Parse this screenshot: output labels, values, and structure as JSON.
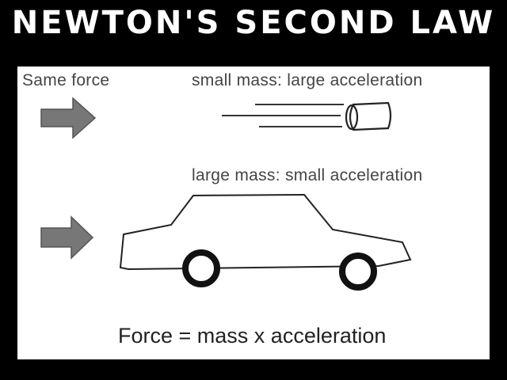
{
  "title": "NEWTON'S SECOND LAW",
  "labels": {
    "same_force": "Same force",
    "small_mass": "small mass: large acceleration",
    "large_mass": "large mass: small acceleration",
    "formula": "Force = mass x acceleration"
  },
  "colors": {
    "background": "#000000",
    "panel": "#ffffff",
    "arrow": "#777777",
    "text": "#444444"
  },
  "icons": [
    "force-arrow-icon",
    "small-mass-object-icon",
    "car-icon"
  ]
}
